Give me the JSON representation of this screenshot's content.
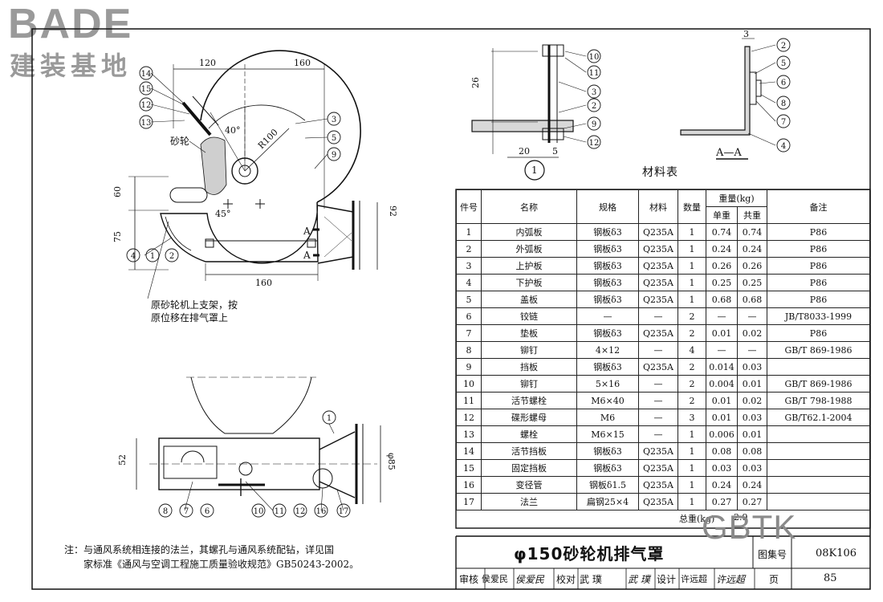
{
  "logo": {
    "brand": "BADE",
    "subtitle": "建装基地"
  },
  "watermark": "GBTK",
  "drawing": {
    "dims": {
      "d120": "120",
      "d160_top": "160",
      "d160_bottom": "160",
      "d60": "60",
      "d75": "75",
      "d92": "92",
      "d26": "26",
      "d20": "20",
      "d5": "5",
      "d3": "3",
      "d52": "52",
      "phi85": "φ85",
      "r100": "R100",
      "ang40": "40°",
      "ang45": "45°"
    },
    "labels": {
      "grinding_wheel": "砂轮",
      "relocate_line1": "原砂轮机上支架，按",
      "relocate_line2": "原位移在排气罩上",
      "section_a": "A",
      "section_aa": "A—A",
      "detail_1": "1"
    },
    "callouts": {
      "main": [
        "14",
        "15",
        "12",
        "13",
        "3",
        "5",
        "9",
        "4",
        "1",
        "2"
      ],
      "detail1": [
        "10",
        "11",
        "3",
        "2",
        "9",
        "12"
      ],
      "section": [
        "2",
        "5",
        "6",
        "8",
        "7",
        "4"
      ],
      "plan": [
        "8",
        "7",
        "6",
        "10",
        "11",
        "12",
        "16",
        "17"
      ],
      "plan_top": "1"
    }
  },
  "table": {
    "title": "材料表",
    "headers": {
      "no": "件号",
      "name": "名称",
      "spec": "规格",
      "material": "材料",
      "qty": "数量",
      "weight": "重量(kg)",
      "unit_w": "单重",
      "total_w": "共重",
      "remark": "备注"
    },
    "rows": [
      [
        "1",
        "内弧板",
        "钢板δ3",
        "Q235A",
        "1",
        "0.74",
        "0.74",
        "P86"
      ],
      [
        "2",
        "外弧板",
        "钢板δ3",
        "Q235A",
        "1",
        "0.24",
        "0.24",
        "P86"
      ],
      [
        "3",
        "上护板",
        "钢板δ3",
        "Q235A",
        "1",
        "0.26",
        "0.26",
        "P86"
      ],
      [
        "4",
        "下护板",
        "钢板δ3",
        "Q235A",
        "1",
        "0.25",
        "0.25",
        "P86"
      ],
      [
        "5",
        "盖板",
        "钢板δ3",
        "Q235A",
        "1",
        "0.68",
        "0.68",
        "P86"
      ],
      [
        "6",
        "铰链",
        "—",
        "—",
        "2",
        "—",
        "—",
        "JB/T8033-1999"
      ],
      [
        "7",
        "垫板",
        "钢板δ3",
        "Q235A",
        "2",
        "0.01",
        "0.02",
        "P86"
      ],
      [
        "8",
        "铆钉",
        "4×12",
        "—",
        "4",
        "—",
        "—",
        "GB/T 869-1986"
      ],
      [
        "9",
        "挡板",
        "钢板δ3",
        "Q235A",
        "2",
        "0.014",
        "0.03",
        ""
      ],
      [
        "10",
        "铆钉",
        "5×16",
        "—",
        "2",
        "0.004",
        "0.01",
        "GB/T 869-1986"
      ],
      [
        "11",
        "活节螺栓",
        "M6×40",
        "—",
        "2",
        "0.01",
        "0.02",
        "GB/T 798-1988"
      ],
      [
        "12",
        "碟形螺母",
        "M6",
        "—",
        "3",
        "0.01",
        "0.03",
        "GB/T62.1-2004"
      ],
      [
        "13",
        "螺栓",
        "M6×15",
        "—",
        "1",
        "0.006",
        "0.01",
        ""
      ],
      [
        "14",
        "活节挡板",
        "钢板δ3",
        "Q235A",
        "1",
        "0.08",
        "0.08",
        ""
      ],
      [
        "15",
        "固定挡板",
        "钢板δ3",
        "Q235A",
        "1",
        "0.03",
        "0.03",
        ""
      ],
      [
        "16",
        "变径管",
        "钢板δ1.5",
        "Q235A",
        "1",
        "0.24",
        "0.24",
        ""
      ],
      [
        "17",
        "法兰",
        "扁钢25×4",
        "Q235A",
        "1",
        "0.27",
        "0.27",
        ""
      ]
    ],
    "total_label": "总重(kg)",
    "total_value": "2.9"
  },
  "note": {
    "prefix": "注：",
    "line1": "与通风系统相连接的法兰，其螺孔与通风系统配钻，详见国",
    "line2": "家标准《通风与空调工程施工质量验收规范》GB50243-2002。"
  },
  "title_block": {
    "title": "φ150砂轮机排气罩",
    "atlas_label": "图集号",
    "atlas_no": "08K106",
    "review_label": "审核",
    "reviewer": "侯爱民",
    "review_sign": "侯爱民",
    "check_label": "校对",
    "checker": "武 璞",
    "check_sign": "武 璞",
    "design_label": "设计",
    "designer": "许远超",
    "design_sign": "许远超",
    "page_label": "页",
    "page_no": "85"
  }
}
